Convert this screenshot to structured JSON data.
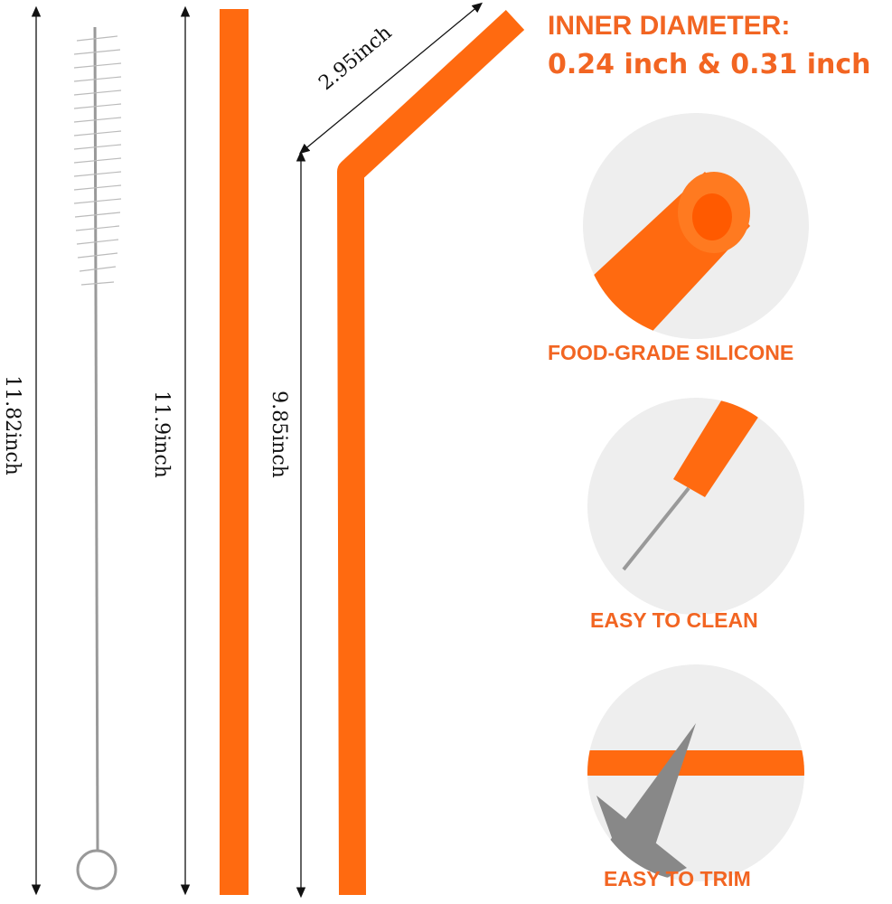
{
  "header": {
    "line1": "INNER DIAMETER:",
    "line2": "0.24 inch & 0.31 inch"
  },
  "dimensions": {
    "brush": "11.82inch",
    "straight_straw": "11.9inch",
    "bent_straw": "9.85inch",
    "bent_tip": "2.95inch"
  },
  "features": [
    {
      "label": "FOOD-GRADE SILICONE",
      "icon": "straw-end-closeup"
    },
    {
      "label": "EASY TO CLEAN",
      "icon": "brush-in-straw-closeup"
    },
    {
      "label": "EASY TO TRIM",
      "icon": "scissors-cutting-straw"
    }
  ],
  "colors": {
    "accent": "#f26522",
    "straw": "#ff6a10"
  }
}
